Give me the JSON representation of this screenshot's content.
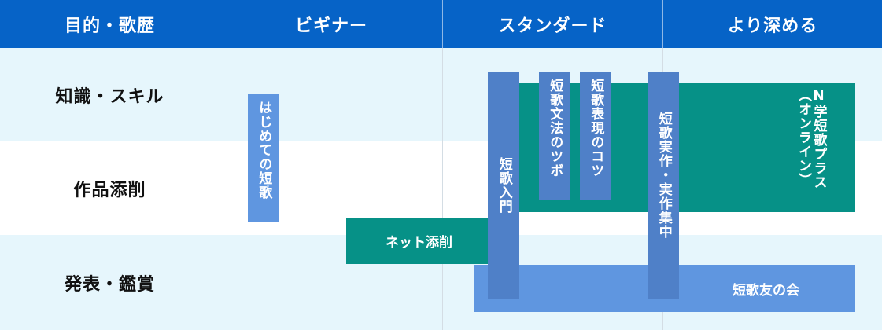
{
  "header": {
    "col1": "目的・歌歴",
    "col2": "ビギナー",
    "col3": "スタンダード",
    "col4": "より深める"
  },
  "rows": {
    "row1": "知識・スキル",
    "row2": "作品添削",
    "row3": "発表・鑑賞"
  },
  "courses": {
    "hajimete": "はじめての短歌",
    "net_tensaku": "ネット添削",
    "nyumon": "短歌入門",
    "bunpou": "短歌文法のツボ",
    "hyougen": "短歌表現のコツ",
    "jissaku": "短歌実作・実作集中",
    "online_plus_line1": "（オンライン）",
    "online_plus_line2": "N学短歌プラス",
    "tomonokai": "短歌友の会"
  },
  "colors": {
    "header": "#0663c7",
    "teal": "#069187",
    "blue_light": "#5f96e0",
    "blue_mid": "#4f80c8",
    "band_light": "#e6f6fc"
  }
}
